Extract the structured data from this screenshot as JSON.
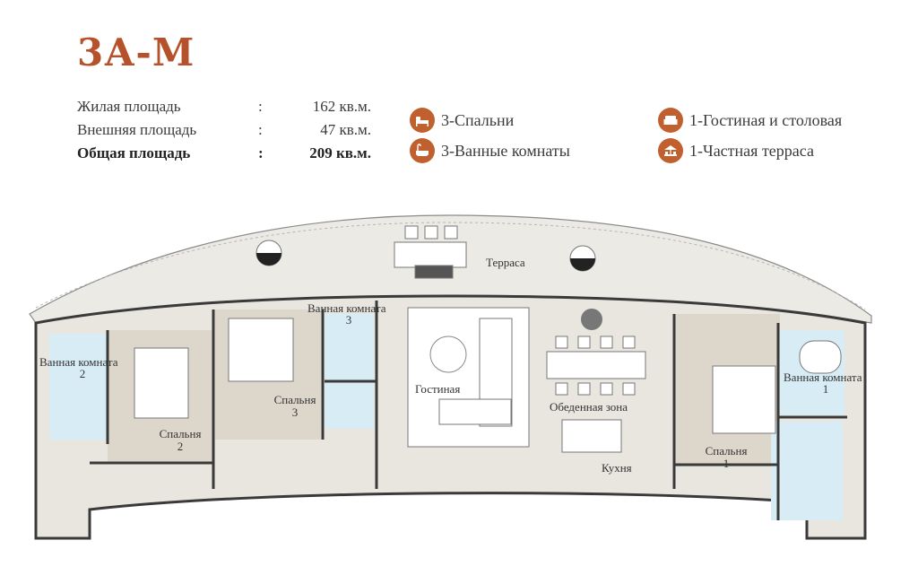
{
  "unit": {
    "title": "3А-М"
  },
  "areas": [
    {
      "label": "Жилая площадь",
      "sep": ":",
      "value": "162 кв.м."
    },
    {
      "label": "Внешняя площадь",
      "sep": ":",
      "value": "47 кв.м."
    },
    {
      "label": "Общая площадь",
      "sep": ":",
      "value": "209 кв.м."
    }
  ],
  "features": [
    {
      "icon": "bed-icon",
      "label": "3-Спальни"
    },
    {
      "icon": "bathtub-icon",
      "label": "3-Ванные комнаты"
    },
    {
      "icon": "sofa-icon",
      "label": "1-Гостиная и столовая"
    },
    {
      "icon": "terrace-icon",
      "label": "1-Частная терраса"
    }
  ],
  "plan": {
    "labels": {
      "terrace": "Терраса",
      "bath3_a": "Ванная комната",
      "bath3_b": "3",
      "bath2_a": "Ванная комната",
      "bath2_b": "2",
      "bath1_a": "Ванная комната",
      "bath1_b": "1",
      "bed3_a": "Спальня",
      "bed3_b": "3",
      "bed2_a": "Спальня",
      "bed2_b": "2",
      "bed1_a": "Спальня",
      "bed1_b": "1",
      "living": "Гостиная",
      "dining": "Обеденная зона",
      "kitchen": "Кухня"
    }
  },
  "colors": {
    "accent": "#b5522b",
    "icon_bg": "#c1602f",
    "floor": "#e9e6e0",
    "bathroom": "#d7ecf5",
    "bedroom": "#ddd6cb",
    "wall": "#3a3a3a"
  }
}
